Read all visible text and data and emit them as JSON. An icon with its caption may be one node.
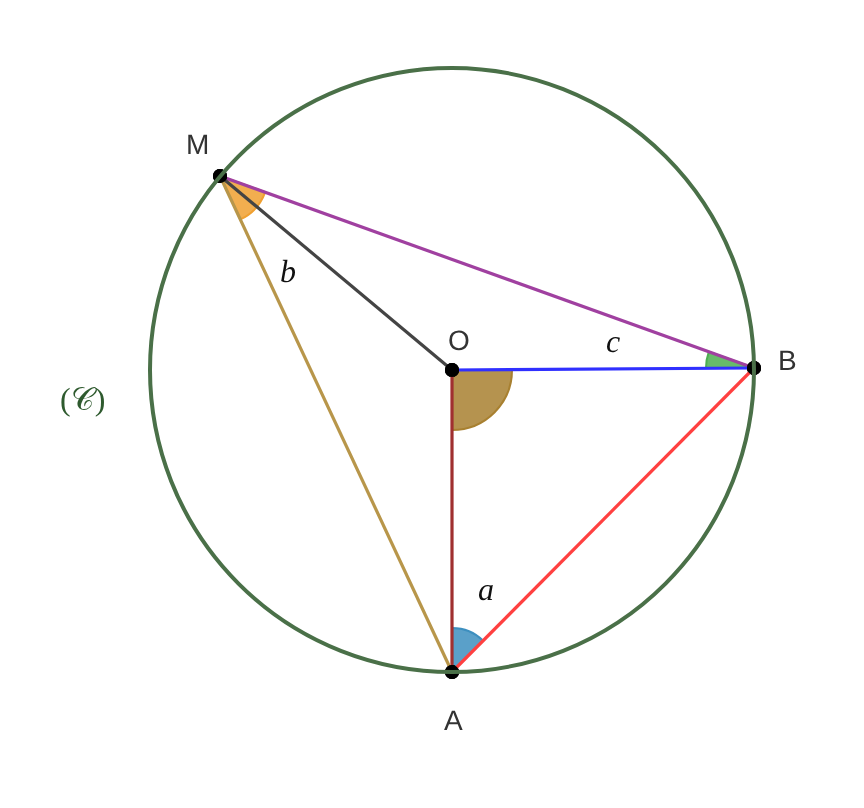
{
  "diagram": {
    "nodes": [
      {
        "text": [
          "(𝒞)"
        ]
      },
      {
        "text": [
          "M"
        ]
      },
      {
        "text": [
          "O"
        ],
        "in": 0
      },
      {
        "text": [
          "B"
        ]
      },
      {
        "text": [
          "A"
        ]
      }
    ],
    "edges": [
      {
        "from": 1,
        "to": 3,
        "arrow": "other",
        "color": "#a040a0"
      },
      {
        "from": 1,
        "to": 2,
        "arrow": "other",
        "color": "#444444"
      },
      {
        "from": 2,
        "to": 3,
        "arrow": "other",
        "color": "#3030ff"
      },
      {
        "from": 2,
        "to": 4,
        "arrow": "other",
        "color": "#a03030"
      },
      {
        "from": 1,
        "to": 4,
        "arrow": "other",
        "color": "#b8964a"
      },
      {
        "from": 4,
        "to": 3,
        "arrow": "other",
        "color": "#ff4040"
      }
    ],
    "labels": [
      "b",
      "c",
      "a"
    ]
  }
}
